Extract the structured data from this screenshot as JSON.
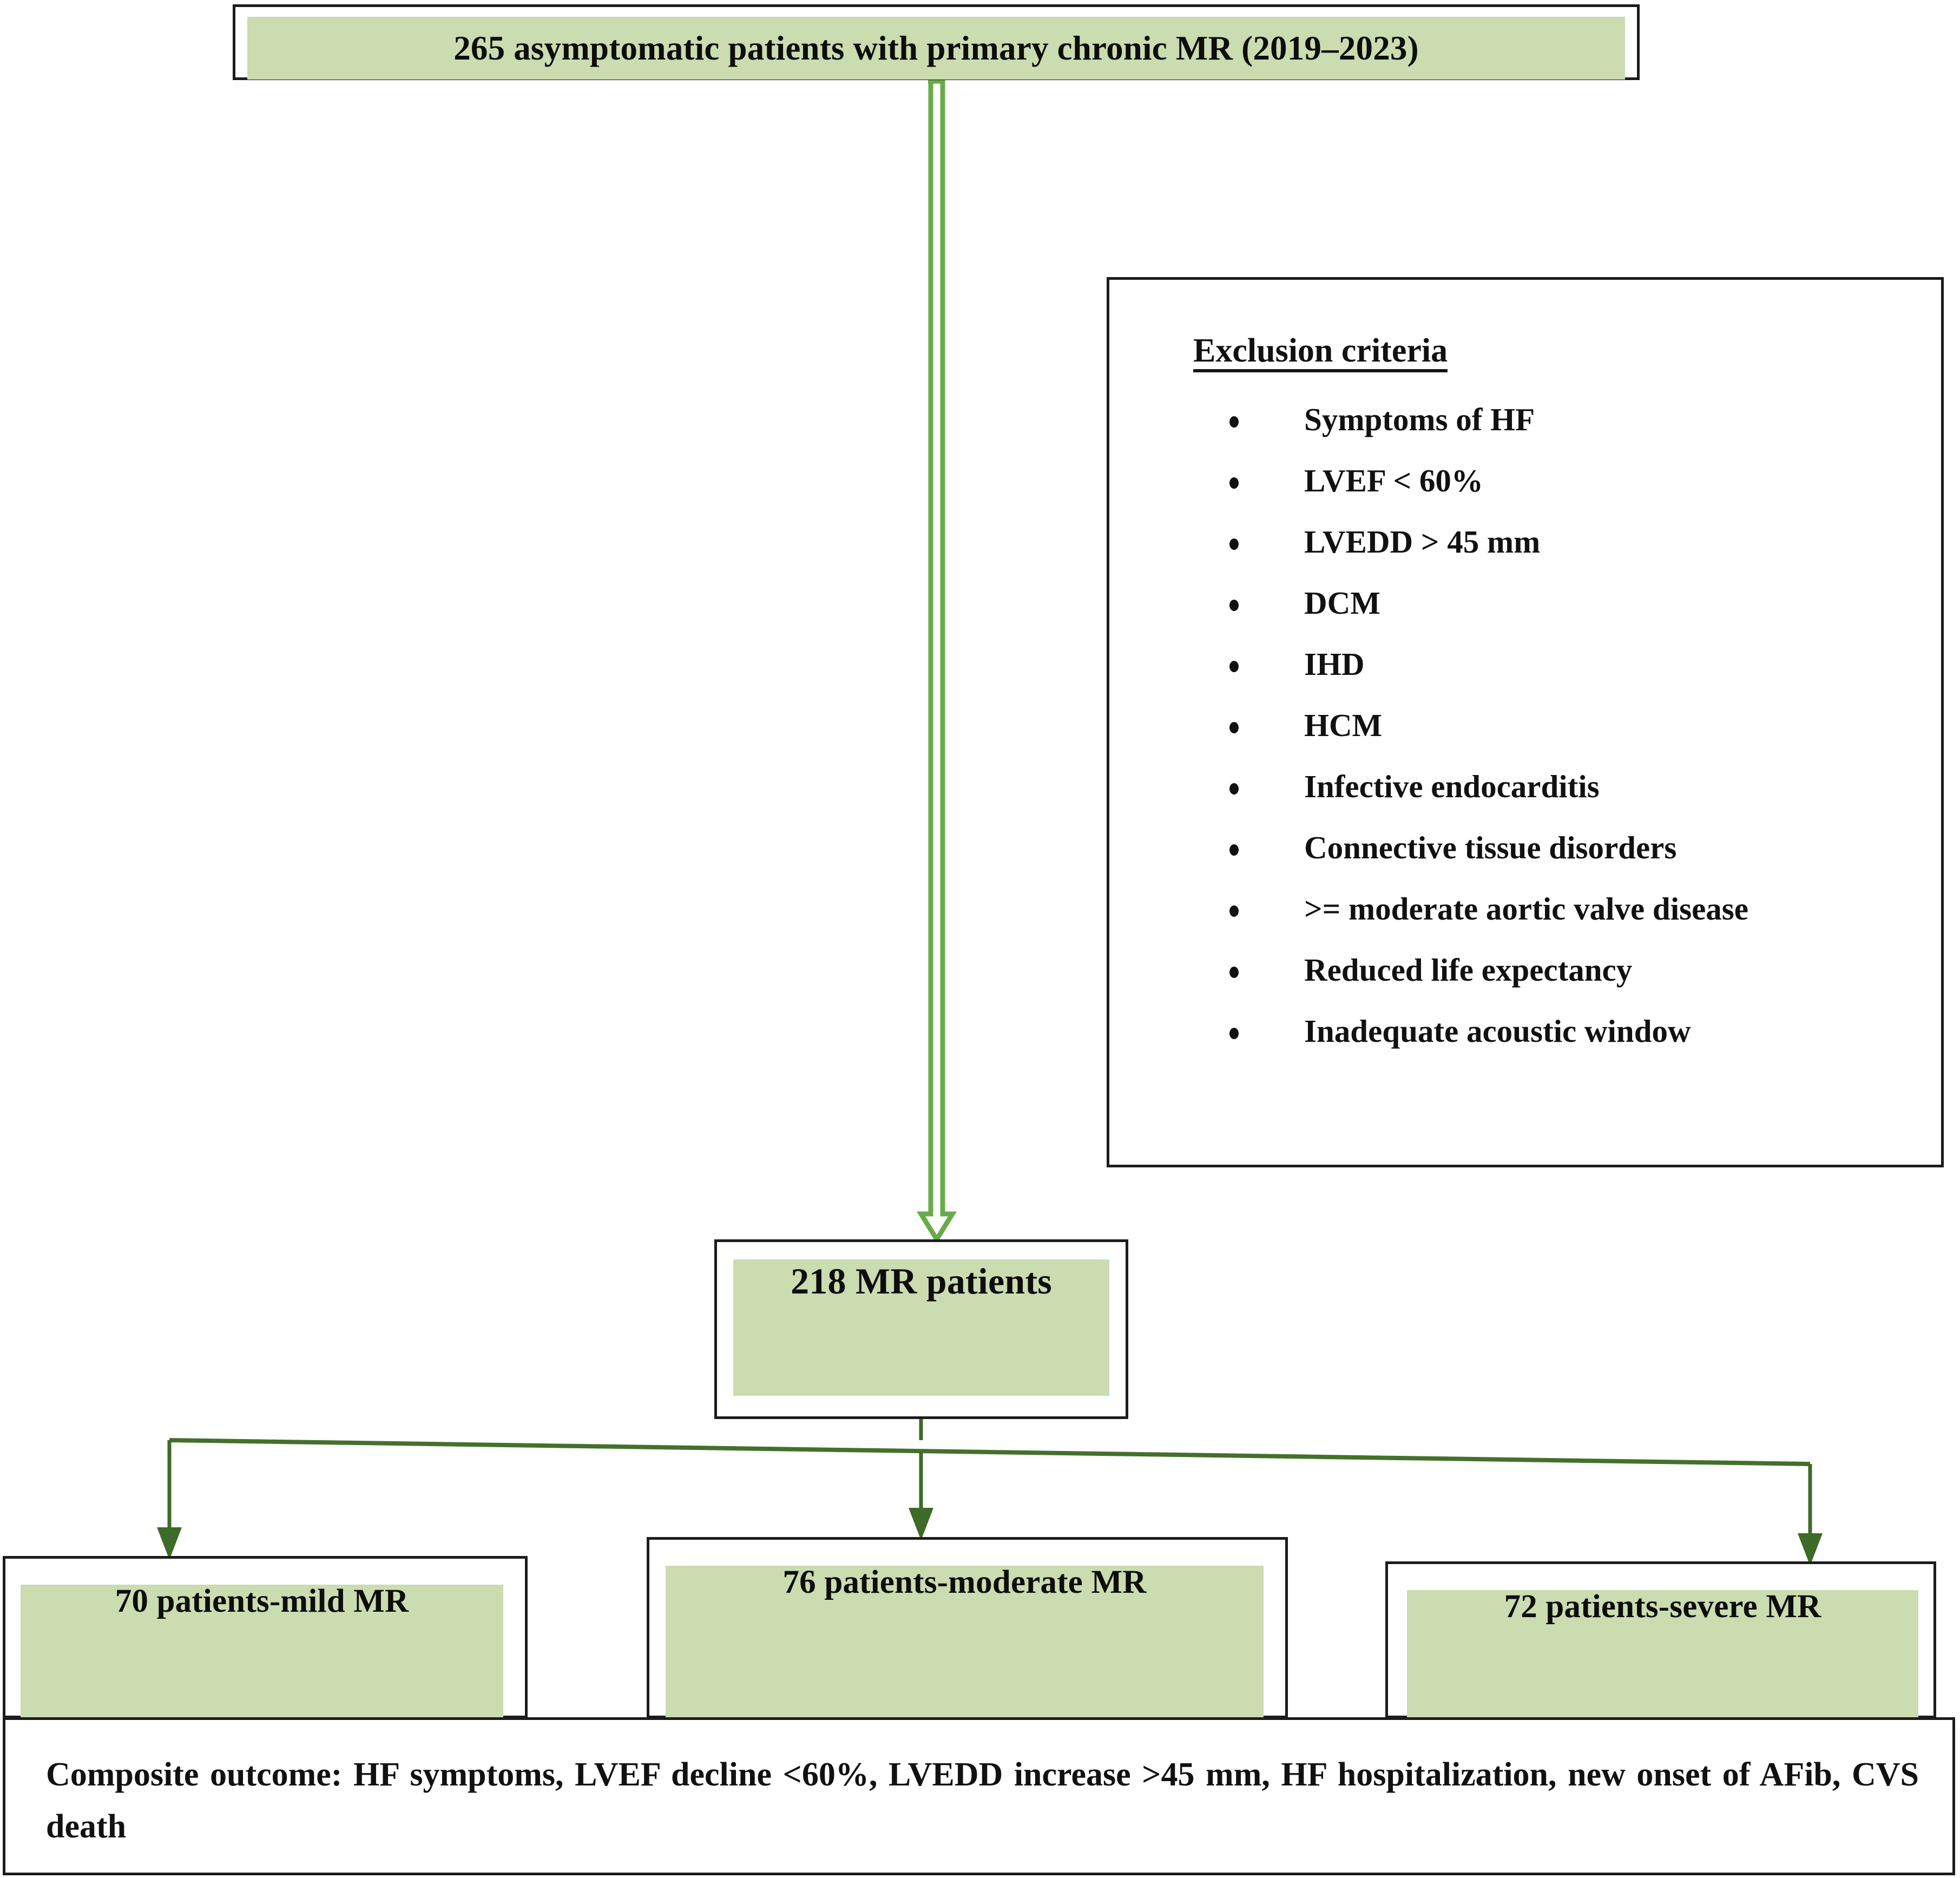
{
  "figure": {
    "type": "flowchart",
    "highlight_color": "#cadcb0",
    "border_color": "#1c1c1c",
    "arrow_color_main": "#6aab4a",
    "arrow_color_branch": "#3e6b28"
  },
  "nodes": {
    "enrollment": {
      "label": "265 asymptomatic patients with primary chronic MR (2019–2023)"
    },
    "included": {
      "label": "218 MR patients"
    },
    "mild": {
      "label": "70 patients-mild MR"
    },
    "moderate": {
      "label": "76 patients-moderate MR"
    },
    "severe": {
      "label": "72 patients-severe MR"
    },
    "outcome": {
      "label": "Composite outcome: HF symptoms, LVEF decline <60%, LVEDD increase >45 mm, HF hospitalization, new onset of AFib, CVS death"
    }
  },
  "exclusion": {
    "heading": "Exclusion criteria",
    "items": [
      "Symptoms of HF",
      "LVEF < 60%",
      "LVEDD > 45 mm",
      "DCM",
      "IHD",
      "HCM",
      "Infective endocarditis",
      "Connective tissue disorders",
      ">= moderate aortic valve disease",
      "Reduced life expectancy",
      "Inadequate acoustic window"
    ]
  }
}
